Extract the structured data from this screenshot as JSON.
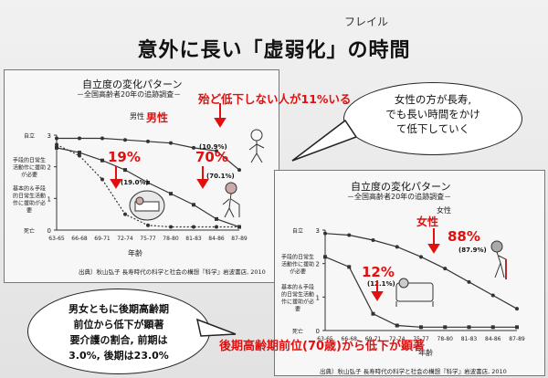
{
  "header": {
    "title": "意外に長い「虚弱化」の時間",
    "furigana": "フレイル"
  },
  "annotations": {
    "top_red": "殆ど低下しない人が11%いる",
    "bottom_red": "後期高齢期前位(70歳)から低下が顕著",
    "male_pct_19": "19%",
    "male_pct_70": "70%",
    "female_pct_12": "12%",
    "female_pct_88": "88%"
  },
  "bubbles": {
    "female": {
      "lines": [
        "女性の方が長寿,",
        "でも長い時間をかけ",
        "て低下していく"
      ]
    },
    "both": {
      "lines": [
        "男女ともに後期高齢期",
        "前位から低下が顕著",
        "要介護の割合, 前期は",
        "3.0%, 後期は23.0%"
      ]
    }
  },
  "chart_data": [
    {
      "type": "line",
      "title": "自立度の変化パターン",
      "subtitle": "－全国高齢者20年の追跡調査－",
      "legend_label": "男性",
      "legend_label_red": "男性",
      "xlabel": "年齢",
      "x": [
        "63-65",
        "66-68",
        "69-71",
        "72-74",
        "75-77",
        "78-80",
        "81-83",
        "84-86",
        "87-89"
      ],
      "ylim": [
        0,
        3
      ],
      "yticks": [
        "自立",
        "手段的日常生活動作に援助が必要",
        "基本的＆手段的日常生活動作に援助が必要",
        "死亡"
      ],
      "ytick_nums": [
        "3",
        "2",
        "1",
        "0"
      ],
      "series": [
        {
          "name": "(10.9%)",
          "values": [
            2.9,
            2.9,
            2.9,
            2.85,
            2.8,
            2.75,
            2.6,
            2.5,
            1.9
          ]
        },
        {
          "name": "(70.1%)",
          "values": [
            2.6,
            2.45,
            2.2,
            1.9,
            1.5,
            1.15,
            0.8,
            0.35,
            0.1
          ]
        },
        {
          "name": "(19.0%)",
          "values": [
            2.7,
            2.35,
            1.6,
            0.5,
            0.15,
            0.1,
            0.1,
            0.1,
            0.1
          ]
        }
      ],
      "source": "出典）秋山弘子 長寿時代の科学と社会の構想『科学』岩波書店, 2010"
    },
    {
      "type": "line",
      "title": "自立度の変化パターン",
      "subtitle": "－全国高齢者20年の追跡調査－",
      "legend_label": "女性",
      "legend_label_red": "女性",
      "xlabel": "年齢",
      "x": [
        "63-65",
        "66-68",
        "69-71",
        "72-74",
        "75-77",
        "78-80",
        "81-83",
        "84-86",
        "87-89"
      ],
      "ylim": [
        0,
        3
      ],
      "yticks": [
        "自立",
        "手段的日常生活動作に援助が必要",
        "基本的＆手段的日常生活動作に援助が必要",
        "死亡"
      ],
      "ytick_nums": [
        "3",
        "2",
        "1",
        "0"
      ],
      "series": [
        {
          "name": "(87.9%)",
          "values": [
            2.9,
            2.85,
            2.7,
            2.5,
            2.2,
            1.85,
            1.45,
            1.05,
            0.65
          ]
        },
        {
          "name": "(12.1%)",
          "values": [
            2.2,
            1.9,
            0.5,
            0.15,
            0.1,
            0.1,
            0.1,
            0.1,
            0.1
          ]
        }
      ],
      "source": "出典）秋山弘子 長寿時代の科学と社会の構想『科学』岩波書店, 2010"
    }
  ]
}
